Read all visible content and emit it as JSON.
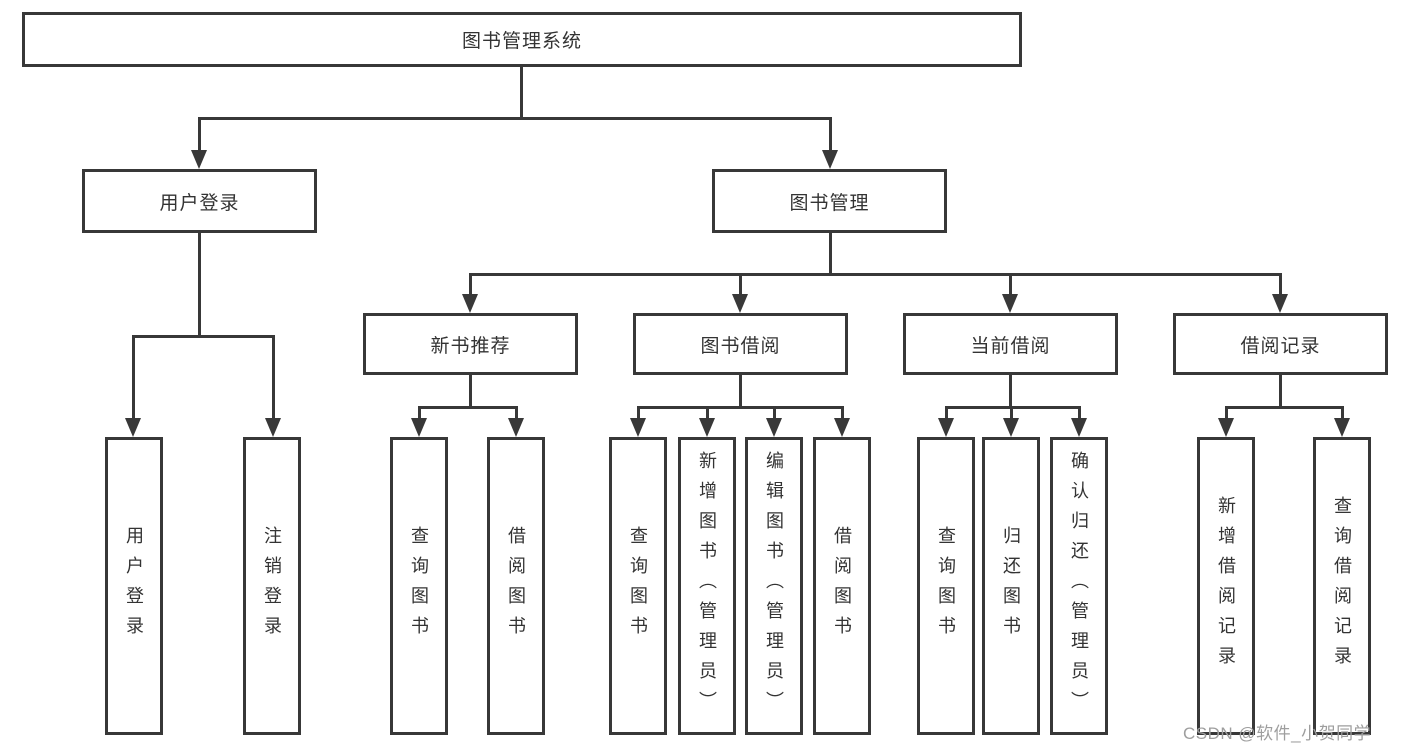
{
  "diagram": {
    "root": {
      "label": "图书管理系统"
    },
    "level2": [
      {
        "label": "用户登录"
      },
      {
        "label": "图书管理"
      }
    ],
    "level3": [
      {
        "label": "新书推荐"
      },
      {
        "label": "图书借阅"
      },
      {
        "label": "当前借阅"
      },
      {
        "label": "借阅记录"
      }
    ],
    "leaves": {
      "user_login": [
        "用户登录",
        "注销登录"
      ],
      "new_books": [
        "查询图书",
        "借阅图书"
      ],
      "book_borrow": [
        "查询图书",
        "新增图书（管理员）",
        "编辑图书（管理员）",
        "借阅图书"
      ],
      "current_borrow": [
        "查询图书",
        "归还图书",
        "确认归还（管理员）"
      ],
      "borrow_records": [
        "新增借阅记录",
        "查询借阅记录"
      ]
    }
  },
  "watermark": "CSDN @软件_小贺同学",
  "colors": {
    "line": "#383838",
    "text": "#333333",
    "watermark": "#9e9e9e",
    "background": "#ffffff"
  }
}
